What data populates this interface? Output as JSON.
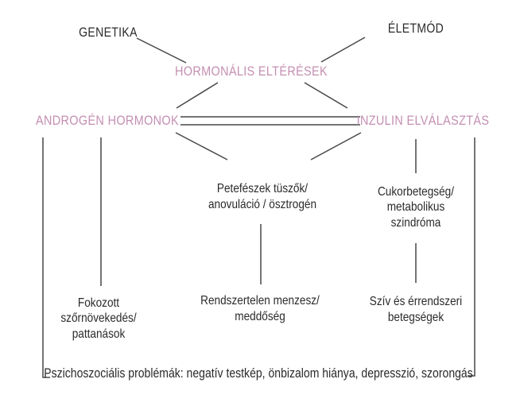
{
  "colors": {
    "background": "#ffffff",
    "text_black": "#2b2a2a",
    "accent_pink": "#c48fb2",
    "line": "#474747"
  },
  "nodes": {
    "genetika": {
      "label": "GENETIKA"
    },
    "eletmod": {
      "label": "ÉLETMÓD"
    },
    "hormonalis": {
      "label": "HORMONÁLIS ELTÉRÉSEK"
    },
    "androgen": {
      "label": "ANDROGÉN HORMONOK"
    },
    "inzulin": {
      "label": "INZULIN ELVÁLASZTÁS"
    },
    "petefeszek": {
      "label": "Petefészek tüszők/\nanovuláció / ösztrogén"
    },
    "cukorbetegseg": {
      "label": "Cukorbetegség/\nmetabolikus\nszindróma"
    },
    "fokozott": {
      "label": "Fokozott\nszőrnövekedés/\npattanások"
    },
    "rendszertelen": {
      "label": "Rendszertelen menzesz/\nmeddőség"
    },
    "sziv": {
      "label": "Szív és érrendszeri\nbetegségek"
    },
    "pszichoszocialis": {
      "label": "Pszichoszociális problémák: negatív testkép, önbizalom hiánya, depresszió, szorongás"
    }
  }
}
